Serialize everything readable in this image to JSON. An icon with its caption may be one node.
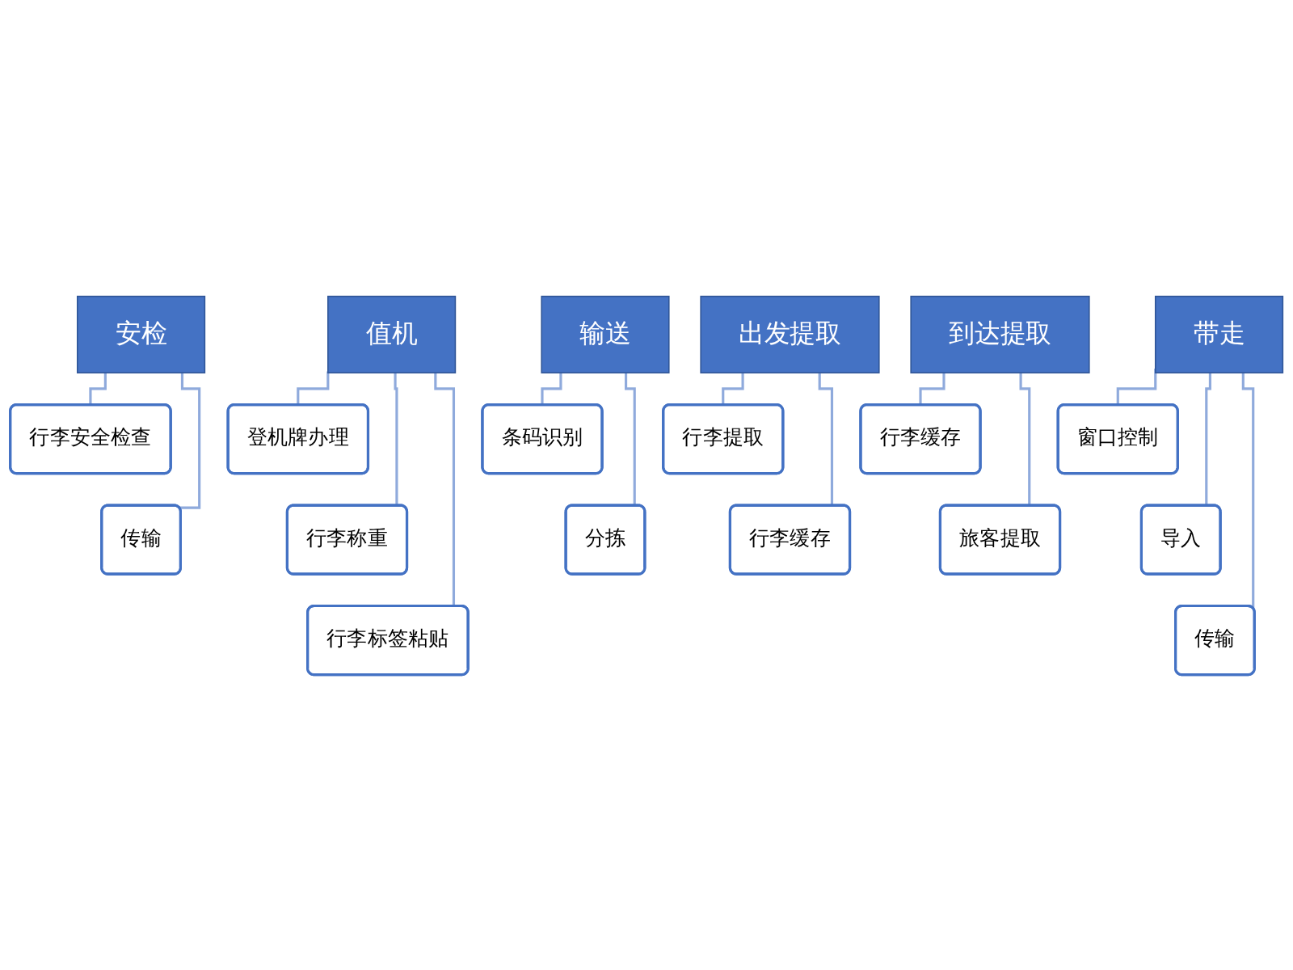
{
  "diagram": {
    "nodes": [
      {
        "text": [
          "值机"
        ]
      },
      {
        "text": [
          "登机牌办理"
        ]
      },
      {
        "text": [
          "行李称重"
        ]
      },
      {
        "text": [
          "行李标签粘贴"
        ]
      },
      {
        "text": [
          "安检"
        ]
      },
      {
        "text": [
          "行李安全检查"
        ]
      },
      {
        "text": [
          "传输"
        ]
      },
      {
        "text": [
          "带走"
        ]
      },
      {
        "text": [
          "窗口控制"
        ]
      },
      {
        "text": [
          "导入"
        ]
      },
      {
        "text": [
          "传输"
        ]
      },
      {
        "text": [
          "输送"
        ]
      },
      {
        "text": [
          "条码识别"
        ]
      },
      {
        "text": [
          "分拣"
        ]
      },
      {
        "text": [
          "出发提取"
        ]
      },
      {
        "text": [
          "行李提取"
        ]
      },
      {
        "text": [
          "行李缓存"
        ]
      },
      {
        "text": [
          "到达提取"
        ]
      },
      {
        "text": [
          "行李缓存"
        ]
      },
      {
        "text": [
          "旅客提取"
        ]
      }
    ],
    "edges": [
      {
        "from": 0,
        "to": 1,
        "arrow": "none"
      },
      {
        "from": 0,
        "to": 2,
        "arrow": "none"
      },
      {
        "from": 0,
        "to": 3,
        "arrow": "none"
      },
      {
        "from": 4,
        "to": 5,
        "arrow": "none"
      },
      {
        "from": 4,
        "to": 6,
        "arrow": "none"
      },
      {
        "from": 7,
        "to": 8,
        "arrow": "none"
      },
      {
        "from": 7,
        "to": 9,
        "arrow": "none"
      },
      {
        "from": 7,
        "to": 10,
        "arrow": "none"
      },
      {
        "from": 11,
        "to": 12,
        "arrow": "none"
      },
      {
        "from": 11,
        "to": 13,
        "arrow": "none"
      },
      {
        "from": 14,
        "to": 15,
        "arrow": "none"
      },
      {
        "from": 14,
        "to": 16,
        "arrow": "none"
      },
      {
        "from": 17,
        "to": 18,
        "arrow": "none"
      },
      {
        "from": 17,
        "to": 19,
        "arrow": "none"
      }
    ]
  }
}
